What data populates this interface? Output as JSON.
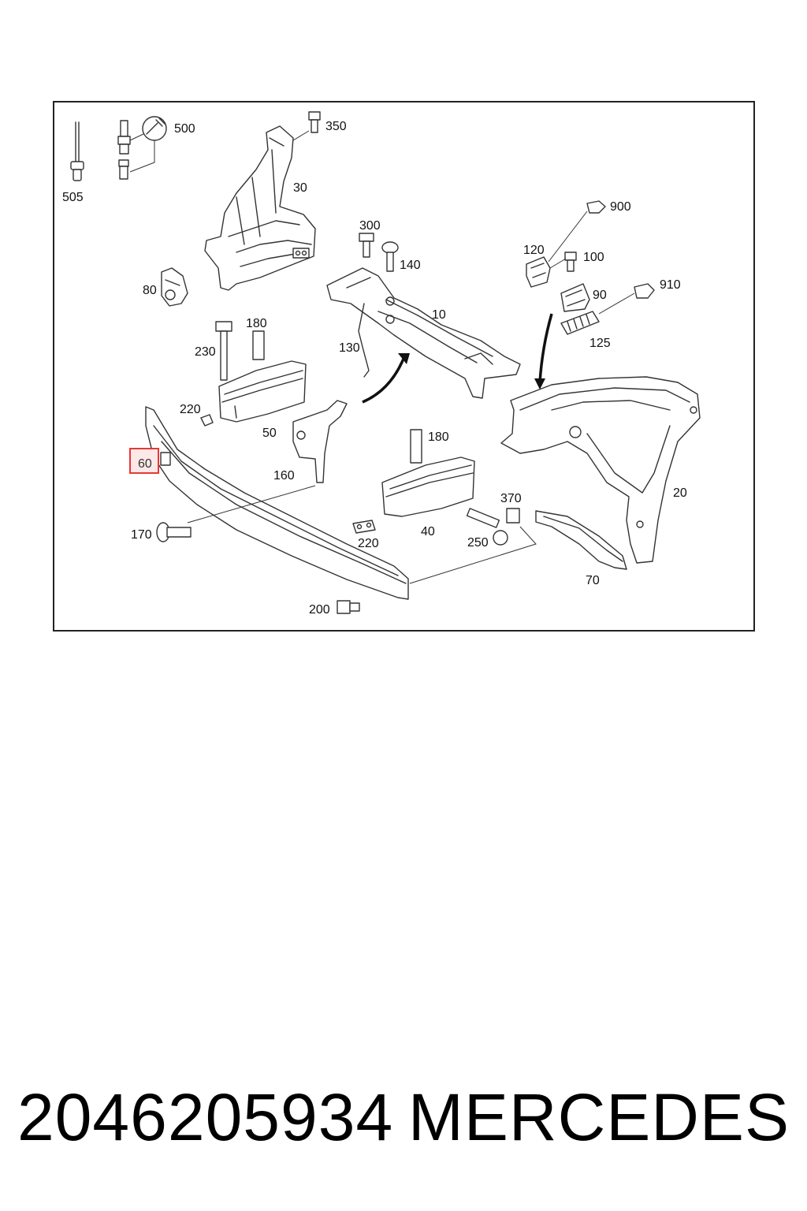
{
  "diagram": {
    "callouts": [
      {
        "id": "505",
        "label": "505"
      },
      {
        "id": "500",
        "label": "500"
      },
      {
        "id": "350",
        "label": "350"
      },
      {
        "id": "30",
        "label": "30"
      },
      {
        "id": "300",
        "label": "300"
      },
      {
        "id": "140",
        "label": "140"
      },
      {
        "id": "900",
        "label": "900"
      },
      {
        "id": "120",
        "label": "120"
      },
      {
        "id": "100",
        "label": "100"
      },
      {
        "id": "910",
        "label": "910"
      },
      {
        "id": "90",
        "label": "90"
      },
      {
        "id": "80",
        "label": "80"
      },
      {
        "id": "10",
        "label": "10"
      },
      {
        "id": "125",
        "label": "125"
      },
      {
        "id": "180a",
        "label": "180"
      },
      {
        "id": "230",
        "label": "230"
      },
      {
        "id": "130",
        "label": "130"
      },
      {
        "id": "220a",
        "label": "220"
      },
      {
        "id": "50",
        "label": "50"
      },
      {
        "id": "60",
        "label": "60"
      },
      {
        "id": "180b",
        "label": "180"
      },
      {
        "id": "160",
        "label": "160"
      },
      {
        "id": "20",
        "label": "20"
      },
      {
        "id": "370",
        "label": "370"
      },
      {
        "id": "170",
        "label": "170"
      },
      {
        "id": "40",
        "label": "40"
      },
      {
        "id": "220b",
        "label": "220"
      },
      {
        "id": "250",
        "label": "250"
      },
      {
        "id": "70",
        "label": "70"
      },
      {
        "id": "200",
        "label": "200"
      }
    ],
    "highlighted_callout": "60",
    "highlight_color": "#e53935"
  },
  "caption": {
    "part_number": "2046205934",
    "brand": "MERCEDES"
  }
}
